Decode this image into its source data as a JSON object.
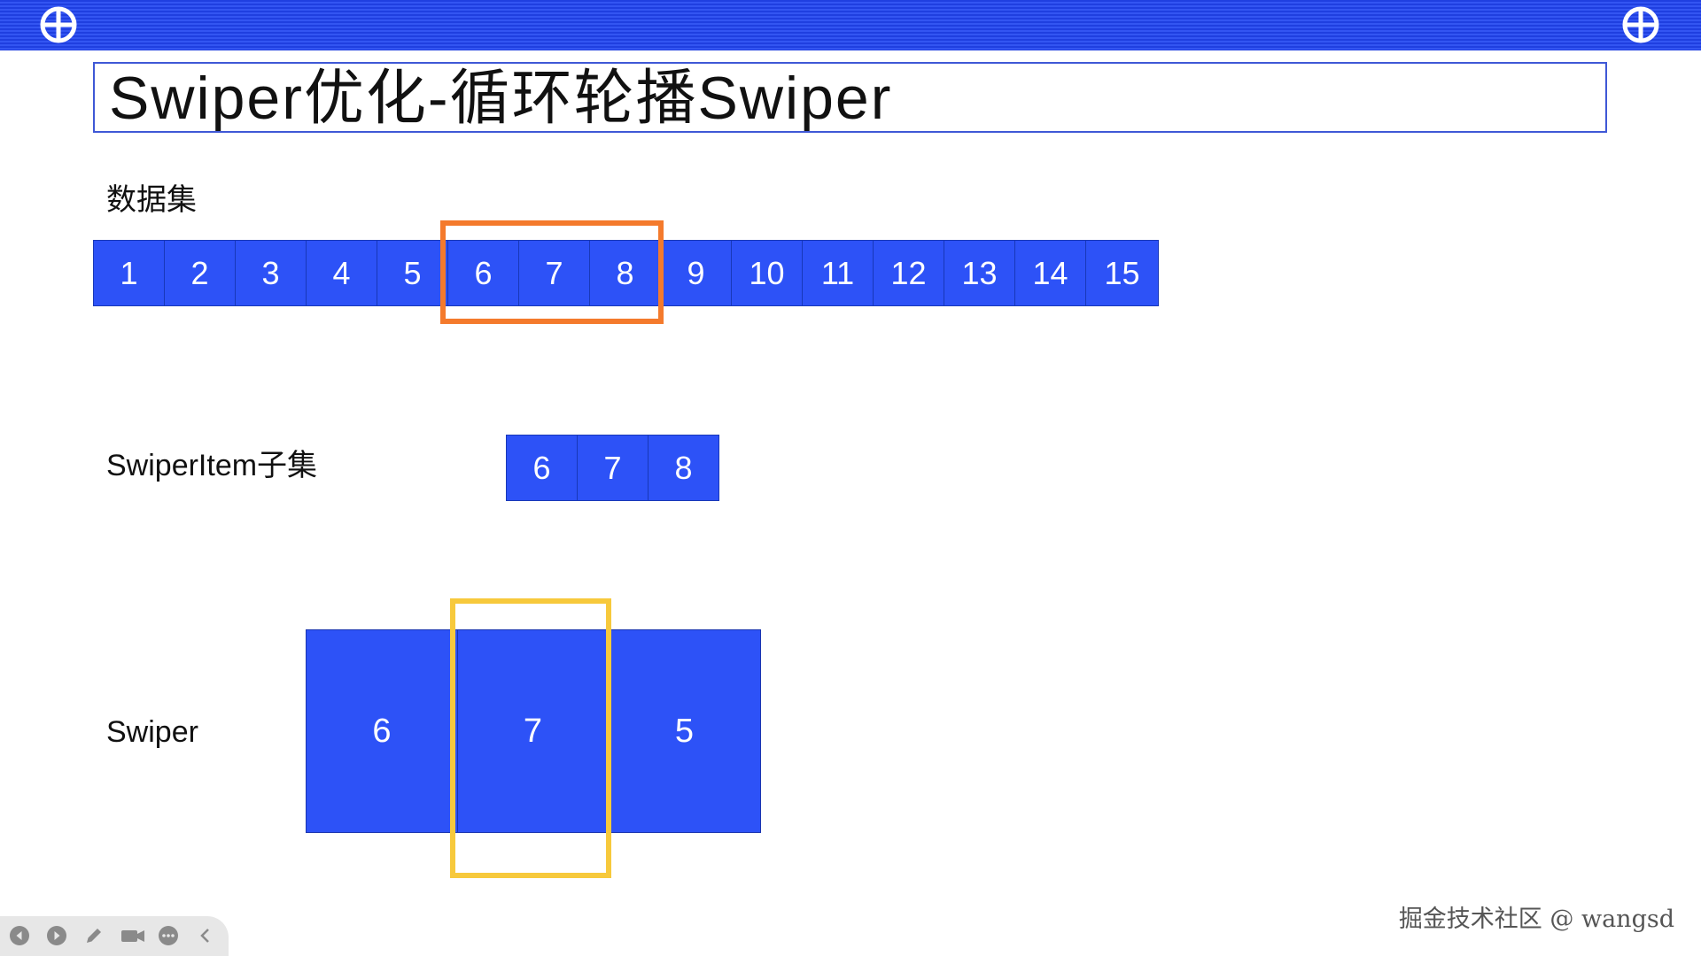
{
  "title": "Swiper优化-循环轮播Swiper",
  "dataset": {
    "label": "数据集",
    "items": [
      "1",
      "2",
      "3",
      "4",
      "5",
      "6",
      "7",
      "8",
      "9",
      "10",
      "11",
      "12",
      "13",
      "14",
      "15"
    ],
    "highlight": [
      "6",
      "7",
      "8"
    ]
  },
  "subset": {
    "label": "SwiperItem子集",
    "items": [
      "6",
      "7",
      "8"
    ]
  },
  "swiper": {
    "label": "Swiper",
    "items": [
      "6",
      "7",
      "5"
    ],
    "active": "7"
  },
  "colors": {
    "cell": "#2d52f7",
    "topbar": "#2445ea",
    "orange_highlight": "#f47a2c",
    "yellow_highlight": "#f7c93c"
  },
  "toolbar": {
    "icons": [
      "previous-icon",
      "next-icon",
      "pen-icon",
      "camera-icon",
      "more-icon",
      "collapse-icon"
    ]
  },
  "watermark": "掘金技术社区 @ wangsd"
}
